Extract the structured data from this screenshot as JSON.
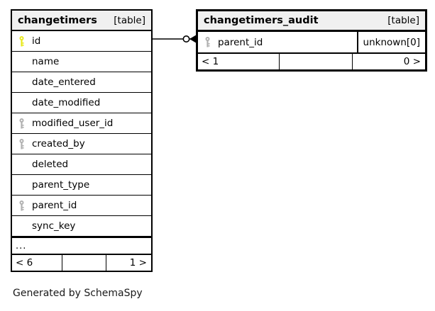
{
  "diagram": {
    "caption": "Generated by SchemaSpy",
    "kind_label": "[table]",
    "ellipsis": "...",
    "colors": {
      "primary_key": "#e8e81c",
      "foreign_key": "#b0b0b0",
      "border": "#000000",
      "header_background": "#f0f0f0",
      "canvas_background": "#ffffff"
    }
  },
  "tables": [
    {
      "name": "changetimers",
      "kind": "[table]",
      "focus": false,
      "columns": [
        {
          "name": "id",
          "key": "primary"
        },
        {
          "name": "name",
          "key": "none"
        },
        {
          "name": "date_entered",
          "key": "none"
        },
        {
          "name": "date_modified",
          "key": "none"
        },
        {
          "name": "modified_user_id",
          "key": "foreign"
        },
        {
          "name": "created_by",
          "key": "foreign"
        },
        {
          "name": "deleted",
          "key": "none"
        },
        {
          "name": "parent_type",
          "key": "none"
        },
        {
          "name": "parent_id",
          "key": "foreign"
        },
        {
          "name": "sync_key",
          "key": "none"
        }
      ],
      "has_ellipsis": true,
      "footer": {
        "prev": "< 6",
        "middle": "",
        "next": "1 >"
      }
    },
    {
      "name": "changetimers_audit",
      "kind": "[table]",
      "focus": true,
      "columns": [
        {
          "name": "parent_id",
          "key": "foreign",
          "type": "unknown[0]"
        }
      ],
      "has_ellipsis": false,
      "footer": {
        "prev": "< 1",
        "middle": "",
        "next": "0 >"
      }
    }
  ],
  "relationship": {
    "from_table": "changetimers",
    "from_column": "id",
    "to_table": "changetimers_audit",
    "to_column": "parent_id",
    "source_marker": "zero-circle",
    "target_marker": "crows-foot"
  }
}
